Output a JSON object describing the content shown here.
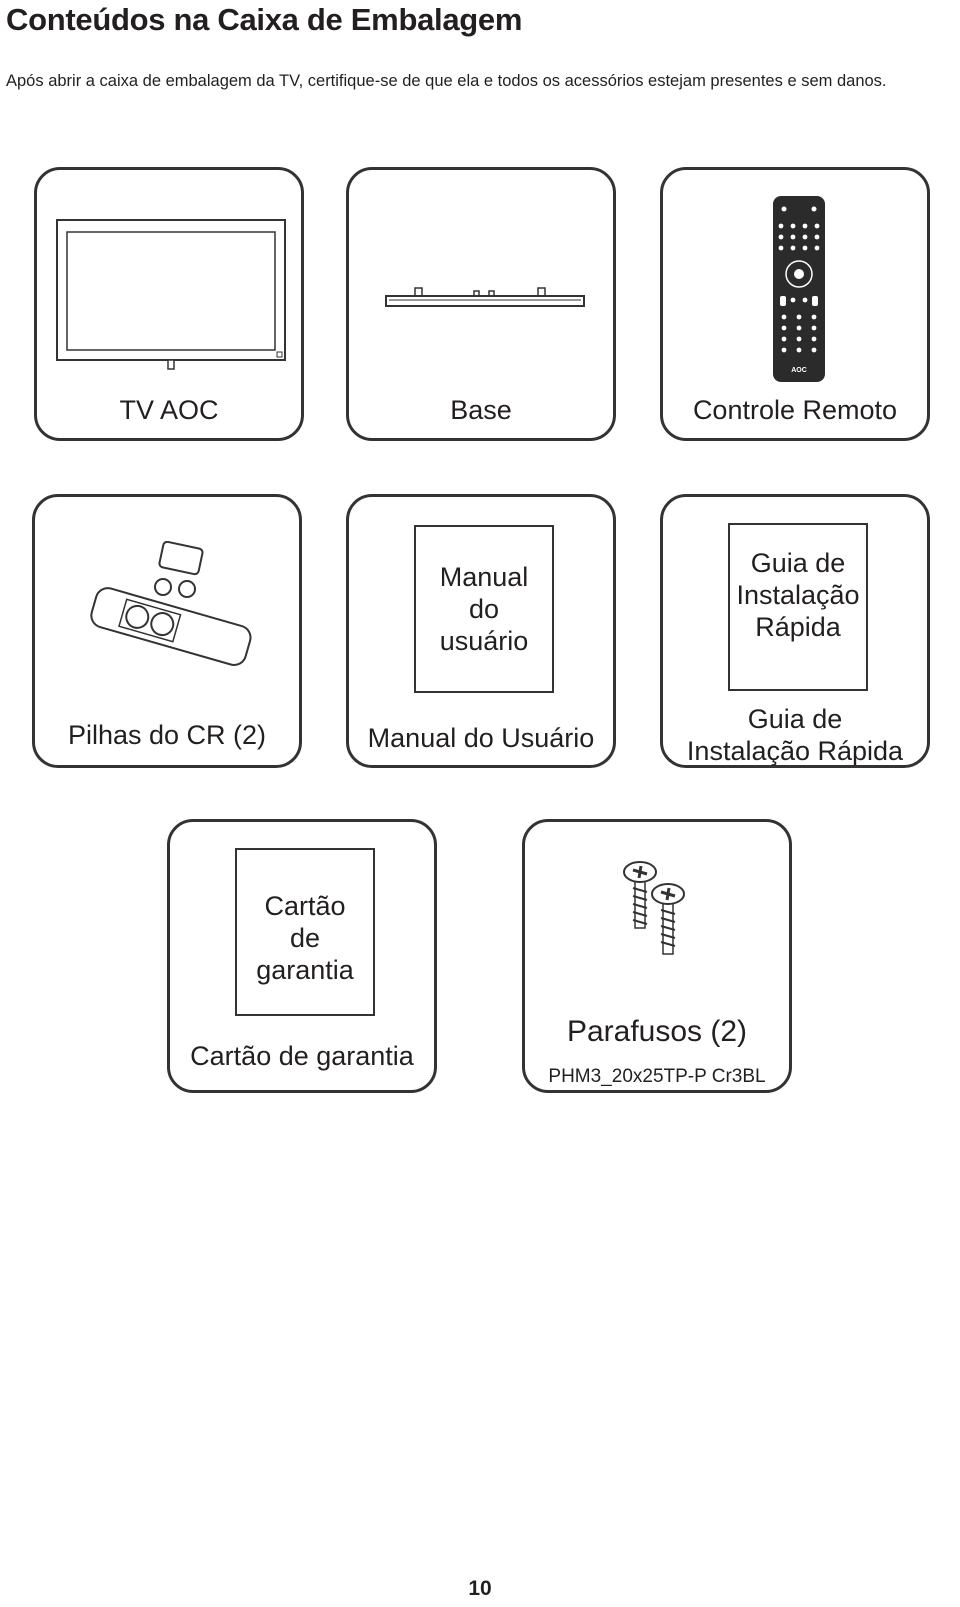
{
  "page": {
    "title": "Conteúdos na Caixa de Embalagem",
    "intro": "Após abrir a caixa de embalagem da TV, certifique-se de que ela e todos os acessórios estejam presentes e sem danos.",
    "page_number": "10"
  },
  "items": {
    "tv": {
      "caption": "TV AOC"
    },
    "base": {
      "caption": "Base"
    },
    "remote": {
      "caption": "Controle Remoto",
      "logo": "AOC"
    },
    "batteries": {
      "caption": "Pilhas do CR (2)"
    },
    "manual": {
      "caption": "Manual do Usuário",
      "doc_lines": [
        "Manual",
        "do",
        "usuário"
      ]
    },
    "guide": {
      "caption_lines": [
        "Guia de",
        "Instalação Rápida"
      ],
      "doc_lines": [
        "Guia de",
        "Instalação",
        "Rápida"
      ]
    },
    "warranty": {
      "caption": "Cartão de garantia",
      "doc_lines": [
        "Cartão",
        "de",
        "garantia"
      ]
    },
    "screws": {
      "caption": "Parafusos (2)",
      "spec": "PHM3_20x25TP-P Cr3BL"
    }
  }
}
